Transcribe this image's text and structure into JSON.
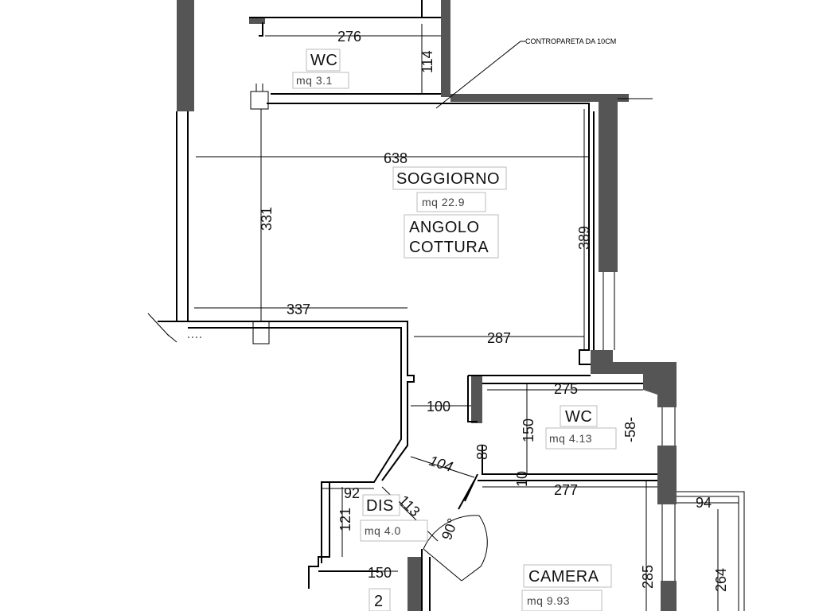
{
  "note": "CONTROPARETA DA 10CM",
  "rooms": {
    "wc_top": {
      "name": "WC",
      "area": "mq 3.1"
    },
    "soggiorno": {
      "name": "SOGGIORNO",
      "area": "mq 22.9",
      "extra_line1": "ANGOLO",
      "extra_line2": "COTTURA"
    },
    "wc_mid": {
      "name": "WC",
      "area": "mq 4.13"
    },
    "dis": {
      "name": "DIS",
      "area": "mq 4.0"
    },
    "camera": {
      "name": "CAMERA",
      "area": "mq 9.93"
    },
    "bottom_room": {
      "name": "2"
    }
  },
  "dimensions": {
    "d276": "276",
    "d114": "114",
    "d638": "638",
    "d331": "331",
    "d389": "389",
    "d337": "337",
    "d287": "287",
    "d275": "275",
    "d100": "100",
    "d150": "150",
    "d58": "-58-",
    "d80": "80",
    "d10": "10",
    "d104": "104",
    "d277": "277",
    "d92": "92",
    "d113": "113",
    "d121": "121",
    "d90": "90°",
    "d150b": "150",
    "d285": "285",
    "d94": "94",
    "d264": "264"
  }
}
